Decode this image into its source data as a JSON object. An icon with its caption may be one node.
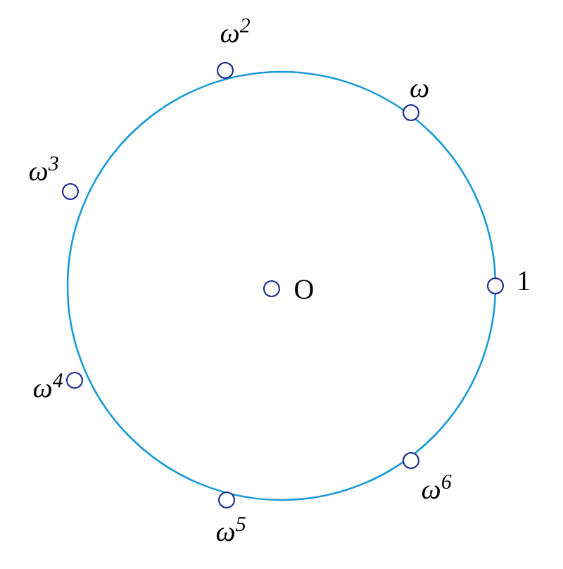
{
  "diagram": {
    "nodes": [
      {
        "text": [],
        "shape": "circle",
        "beside": [
          "O"
        ]
      },
      {
        "text": [],
        "shape": "circle",
        "beside": [
          "1"
        ]
      },
      {
        "text": [],
        "shape": "circle",
        "beside": [
          "ω"
        ]
      },
      {
        "text": [],
        "shape": "circle",
        "beside": [
          "ω$^{2}$"
        ]
      },
      {
        "text": [],
        "shape": "circle",
        "beside": [
          "ω$^{3}$"
        ]
      },
      {
        "text": [],
        "shape": "circle",
        "beside": [
          "ω$^{4}$"
        ]
      },
      {
        "text": [],
        "shape": "circle",
        "beside": [
          "ω$^{5}$"
        ]
      },
      {
        "text": [],
        "shape": "circle",
        "beside": [
          "ω$^{6}$"
        ]
      }
    ]
  }
}
